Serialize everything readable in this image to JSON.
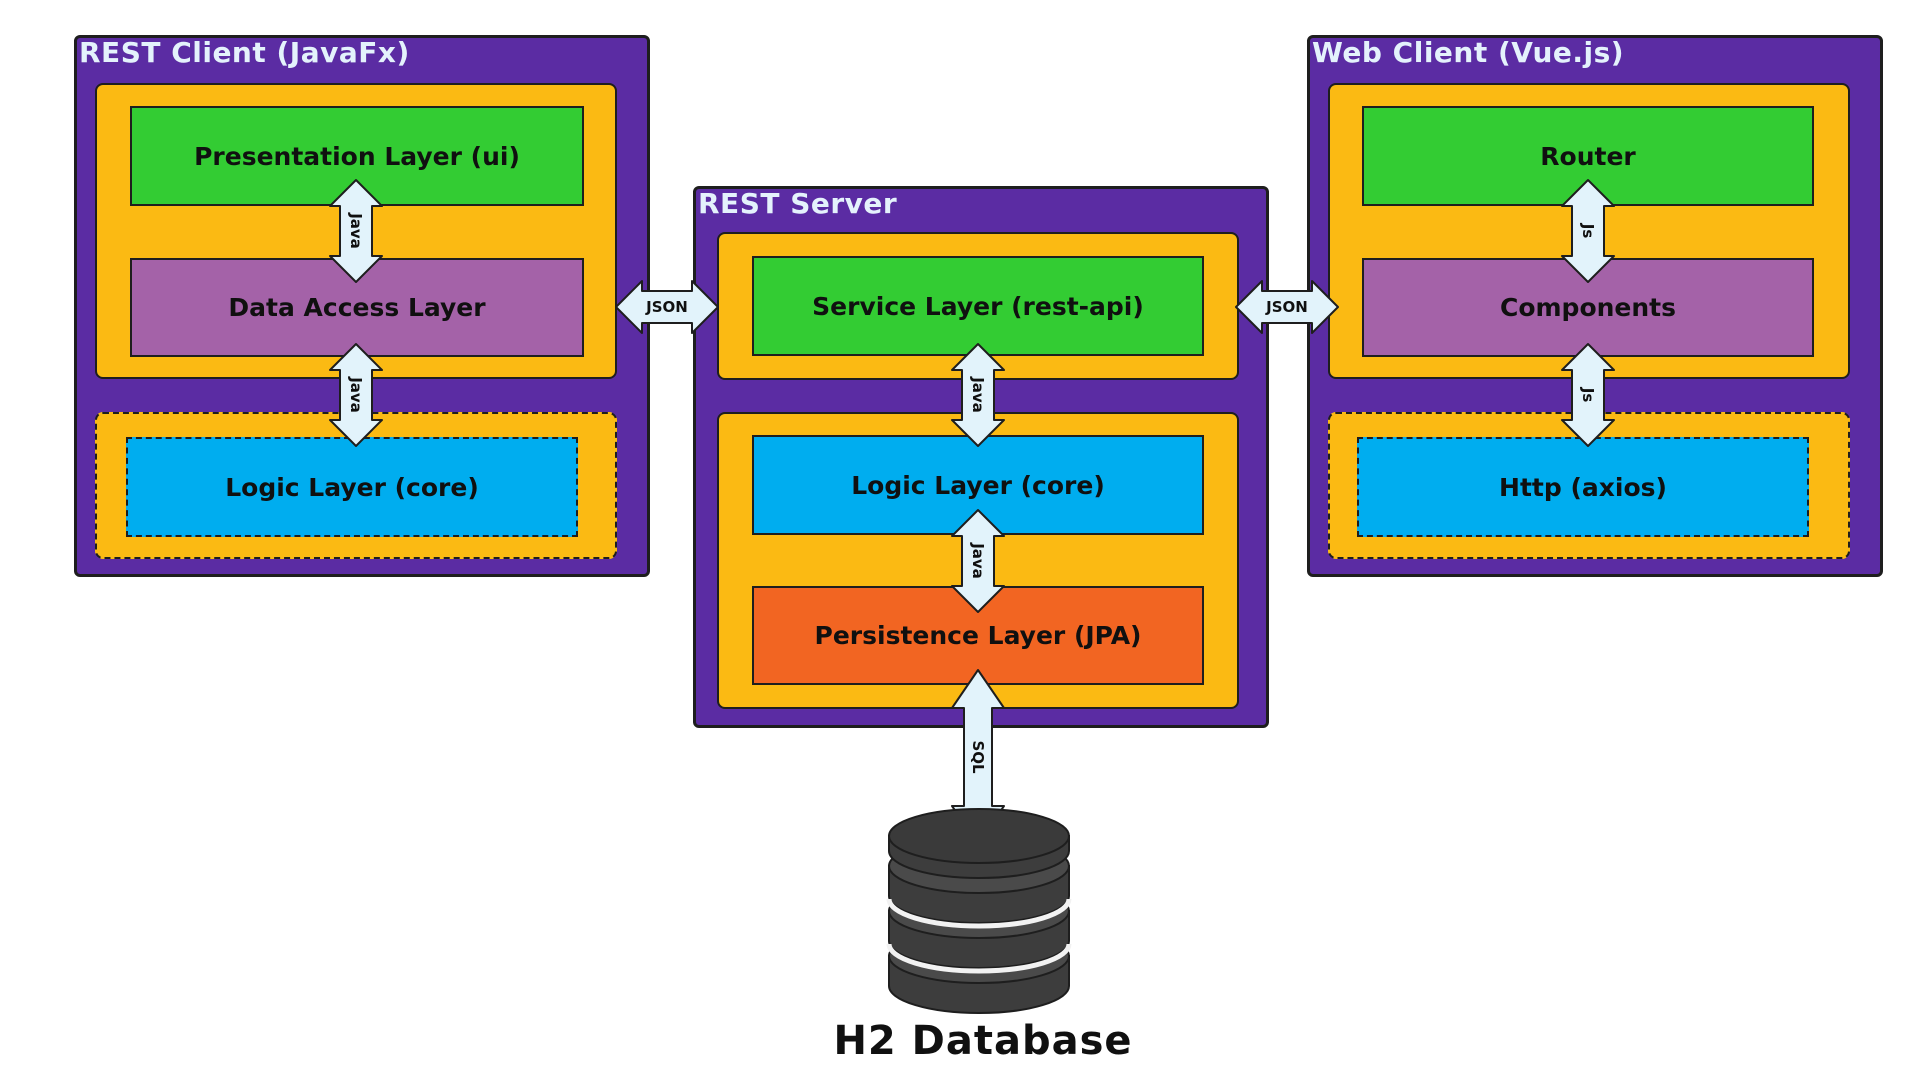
{
  "colors": {
    "container": "#5b2ca3",
    "group": "#fbba13",
    "presentation": "#33cc33",
    "data_access": "#a462a8",
    "logic": "#00adef",
    "persistence": "#f26522",
    "arrow_fill": "#e2f3fb",
    "database": "#3d3d3d"
  },
  "rest_client": {
    "title": "REST Client (JavaFx)",
    "presentation_layer": "Presentation Layer (ui)",
    "data_access_layer": "Data Access Layer",
    "logic_layer": "Logic Layer (core)",
    "arrow_ui_dal": "Java",
    "arrow_dal_logic": "Java"
  },
  "rest_server": {
    "title": "REST Server",
    "service_layer": "Service Layer (rest-api)",
    "logic_layer": "Logic Layer (core)",
    "persistence_layer": "Persistence Layer (JPA)",
    "arrow_service_logic": "Java",
    "arrow_logic_persistence": "Java"
  },
  "web_client": {
    "title": "Web Client (Vue.js)",
    "router": "Router",
    "components": "Components",
    "http": "Http (axios)",
    "arrow_router_components": "Js",
    "arrow_components_http": "Js"
  },
  "connections": {
    "client_server": "JSON",
    "server_web": "JSON",
    "persistence_db": "SQL"
  },
  "database": {
    "label": "H2 Database"
  }
}
